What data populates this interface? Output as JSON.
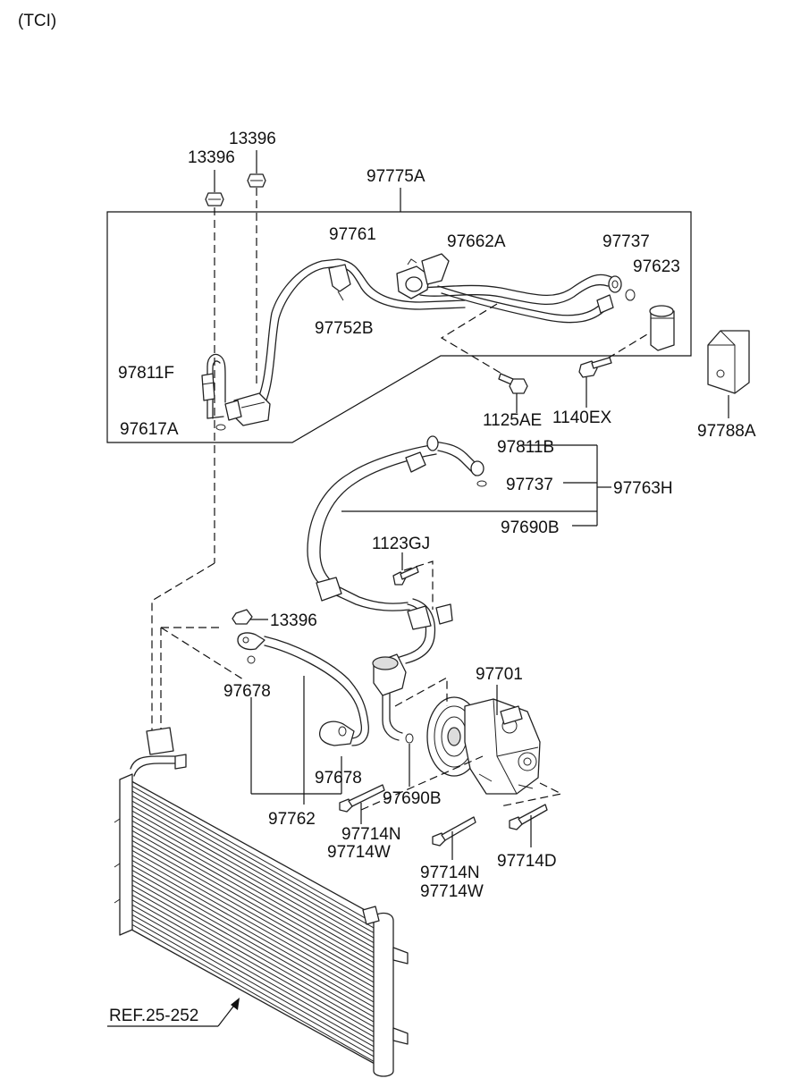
{
  "diagram": {
    "variant_label": "(TCI)",
    "labels": {
      "p13396_top_right": "13396",
      "p13396_top_left": "13396",
      "p97775A": "97775A",
      "p97761": "97761",
      "p97662A": "97662A",
      "p97737_top": "97737",
      "p97623": "97623",
      "p97752B": "97752B",
      "p97811F": "97811F",
      "p97617A": "97617A",
      "p1125AE": "1125AE",
      "p1140EX": "1140EX",
      "p97788A": "97788A",
      "p97811B": "97811B",
      "p97737_mid": "97737",
      "p97763H": "97763H",
      "p97690B_top": "97690B",
      "p1123GJ": "1123GJ",
      "p13396_mid": "13396",
      "p97701": "97701",
      "p97678_left": "97678",
      "p97678_right": "97678",
      "p97690B_bottom": "97690B",
      "p97762": "97762",
      "p97714N_a": "97714N",
      "p97714W_a": "97714W",
      "p97714N_b": "97714N",
      "p97714W_b": "97714W",
      "p97714D": "97714D",
      "ref": "REF.25-252"
    }
  }
}
